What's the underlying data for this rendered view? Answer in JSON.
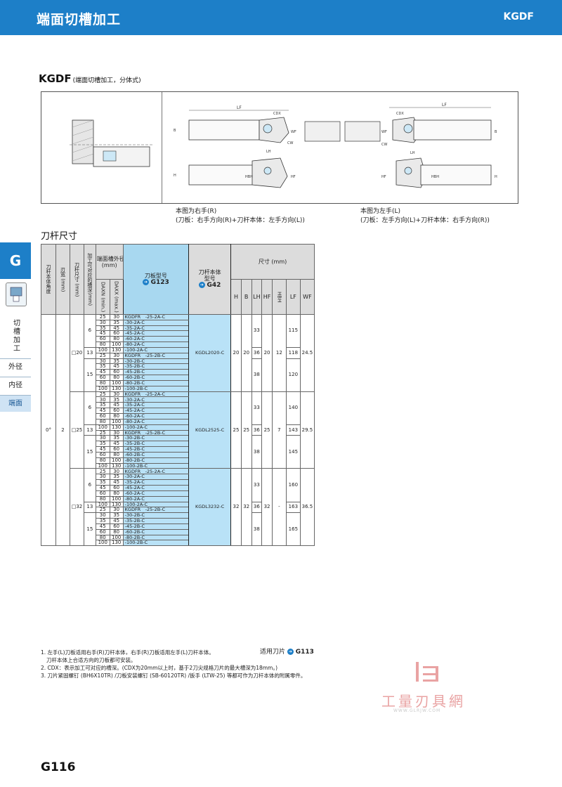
{
  "header": {
    "title": "端面切槽加工",
    "code": "KGDF"
  },
  "section": {
    "title": "KGDF",
    "subtitle": "(端面切槽加工，分体式)"
  },
  "figure_labels": {
    "lf": "LF",
    "cdx": "CDX",
    "b": "B",
    "wf": "WF",
    "cw": "CW",
    "lh": "LH",
    "h": "H",
    "hbh": "HBH",
    "hf": "HF"
  },
  "captions": {
    "right_l1": "本图为右手(R)",
    "right_l2": "(刀板：右手方向(R)+刀杆本体：左手方向(L))",
    "left_l1": "本图为左手(L)",
    "left_l2": "(刀板：左手方向(L)+刀杆本体：右手方向(R))"
  },
  "subsection_title": "刀杆尺寸",
  "side_tabs": {
    "letter": "G",
    "vertical_label": "切槽加工",
    "items": [
      "外径",
      "内径",
      "端面"
    ],
    "active": "端面"
  },
  "table": {
    "headers": {
      "angle": "刀杆本体角度",
      "width": "刃宽 (mm)",
      "shank": "刀杆尺寸 (mm)",
      "depth": "加工可对应的槽深(mm)",
      "groove": "端面槽外径",
      "groove_unit": "(mm)",
      "daxn": "DAXN (min.)",
      "daxx": "DAXX (max.)",
      "blade": "刀板型号",
      "blade_ref": "G123",
      "holder": "刀杆本体",
      "holder2": "型号",
      "holder_ref": "G42",
      "dims": "尺寸 (mm)",
      "dim_cols": [
        "H",
        "B",
        "LH",
        "HF",
        "HBH",
        "LF",
        "WF"
      ]
    },
    "angle": "0°",
    "width": "2",
    "ranges": [
      [
        "25",
        "30"
      ],
      [
        "30",
        "35"
      ],
      [
        "35",
        "45"
      ],
      [
        "45",
        "60"
      ],
      [
        "60",
        "80"
      ],
      [
        "80",
        "100"
      ],
      [
        "100",
        "130"
      ]
    ],
    "blades_a": [
      "KGDFR　-25-2A-C",
      "-30-2A-C",
      "-35-2A-C",
      "-45-2A-C",
      "-60-2A-C",
      "-80-2A-C",
      "-100-2A-C"
    ],
    "blades_b": [
      "KGDFR　-25-2B-C",
      "-30-2B-C",
      "-35-2B-C",
      "-45-2B-C",
      "-60-2B-C",
      "-80-2B-C",
      "-100-2B-C"
    ],
    "groups": [
      {
        "shank": "□20",
        "d1": "6",
        "d2": "13",
        "d3": "15",
        "holder": "KGDL2020-C",
        "h": "20",
        "b": "20",
        "lh1": "33",
        "lh2": "36",
        "lh3": "38",
        "hf": "20",
        "hbh": "12",
        "lf1": "115",
        "lf2": "118",
        "lf3": "120",
        "wf": "24.5"
      },
      {
        "shank": "□25",
        "d1": "6",
        "d2": "13",
        "d3": "15",
        "holder": "KGDL2525-C",
        "h": "25",
        "b": "25",
        "lh1": "33",
        "lh2": "36",
        "lh3": "38",
        "hf": "25",
        "hbh": "7",
        "lf1": "140",
        "lf2": "143",
        "lf3": "145",
        "wf": "29.5"
      },
      {
        "shank": "□32",
        "d1": "6",
        "d2": "13",
        "d3": "15",
        "holder": "KGDL3232-C",
        "h": "32",
        "b": "32",
        "lh1": "33",
        "lh2": "36",
        "lh3": "38",
        "hf": "32",
        "hbh": "-",
        "lf1": "160",
        "lf2": "163",
        "lf3": "165",
        "wf": "36.5"
      }
    ],
    "insert_note": "适用刀片",
    "insert_ref": "G113"
  },
  "notes": [
    "1. 左手(L)刀板适用右手(R)刀杆本体，右手(R)刀板适用左手(L)刀杆本体。",
    "刀杆本体上合适方向的刀板都可安装。",
    "2. CDX：表示加工可对应的槽深。(CDX为20mm以上时，基于2刀尖规格刀片的最大槽深为18mm。)",
    "3. 刀片紧固螺钉 (BH6X10TR) /刀板安装螺钉 (SB-60120TR) /扳手 (LTW-25) 等都可作为刀杆本体的附属零件。"
  ],
  "watermark": {
    "text": "工量刃具網",
    "url": "WWW.GLRJW.COM"
  },
  "page_number": "G116",
  "colors": {
    "brand_blue": "#1d7fc8",
    "highlight": "#b9e2f7"
  }
}
